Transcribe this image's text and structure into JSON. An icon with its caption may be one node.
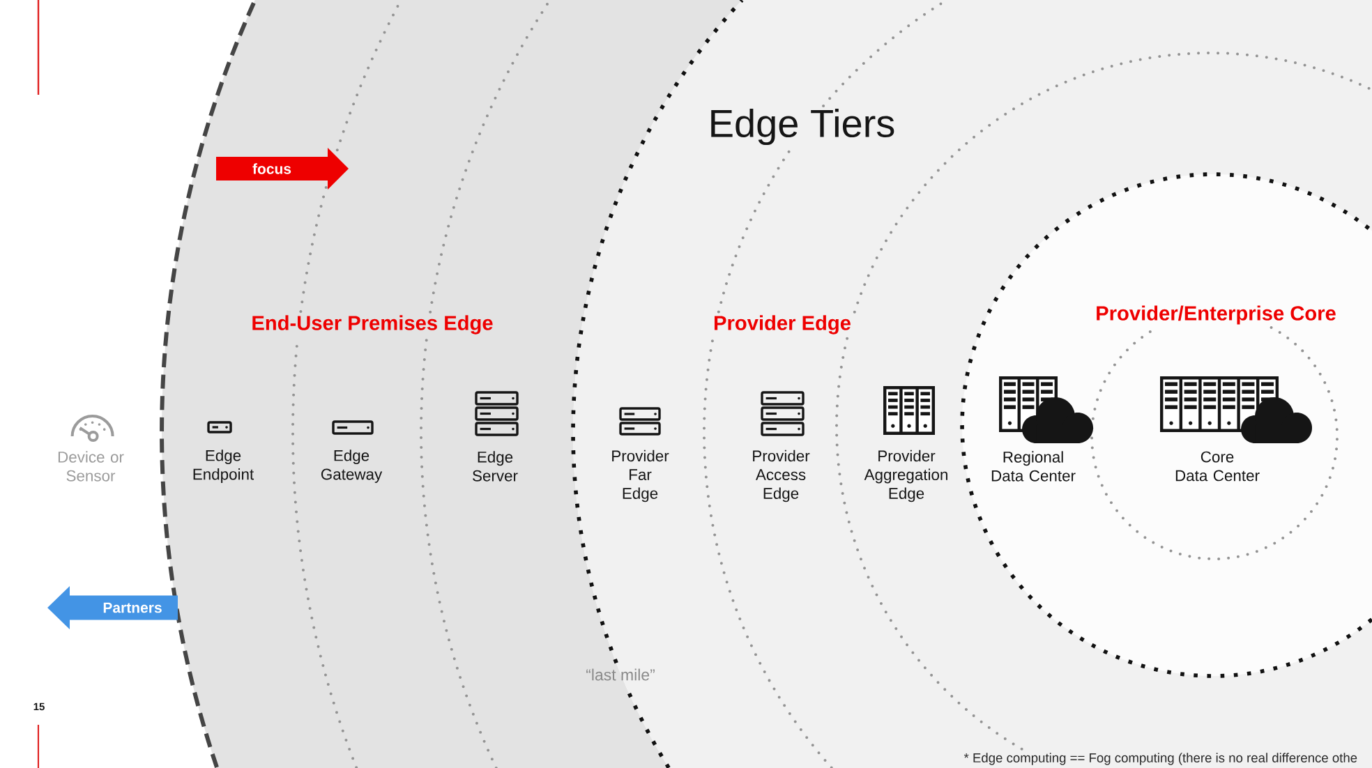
{
  "diagram": {
    "title": "Edge Tiers",
    "nodes": [
      {
        "text": [
          "Device or Sensor"
        ]
      },
      {
        "text": [
          "End-User Premises Edge"
        ]
      },
      {
        "text": [
          "focus"
        ],
        "in": 1
      },
      {
        "text": [
          "Edge Endpoint"
        ],
        "in": 1
      },
      {
        "text": [
          "Edge Gateway"
        ],
        "in": 1
      },
      {
        "text": [
          "Edge Server"
        ],
        "in": 1
      },
      {
        "text": [
          "Provider Edge"
        ]
      },
      {
        "text": [
          "Provider Far Edge"
        ],
        "in": 6
      },
      {
        "text": [
          "Provider Access Edge"
        ],
        "in": 6
      },
      {
        "text": [
          "Provider Aggregation Edge"
        ],
        "in": 6
      },
      {
        "text": [
          "Provider/Enterprise Core"
        ],
        "in": 6
      },
      {
        "text": [
          "Regional Data Center"
        ],
        "in": 10
      },
      {
        "text": [
          "Core Data Center"
        ],
        "in": 10
      },
      {
        "text": [
          "Partners"
        ]
      }
    ],
    "labels": [
      "“last mile”",
      "15",
      "* Edge computing == Fog computing (there is no real difference othe"
    ]
  }
}
